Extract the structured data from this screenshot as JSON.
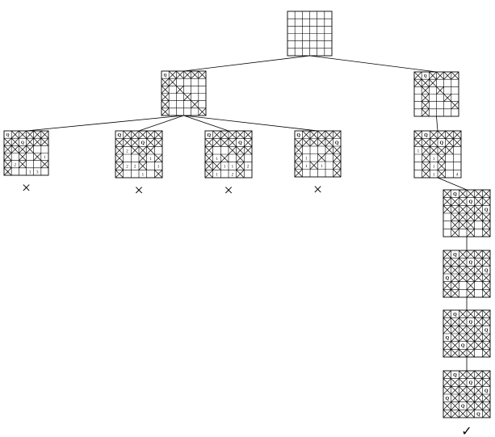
{
  "symbols": {
    "queen": "Q",
    "fail": "×",
    "success": "✓"
  },
  "nodes": [
    {
      "id": "root",
      "queens": [],
      "crosses": [],
      "numbers": []
    },
    {
      "id": "left-branch",
      "queens": [
        [
          0,
          0
        ]
      ],
      "crosses": [
        [
          0,
          1
        ],
        [
          0,
          2
        ],
        [
          0,
          3
        ],
        [
          0,
          4
        ],
        [
          0,
          5
        ],
        [
          1,
          0
        ],
        [
          2,
          0
        ],
        [
          3,
          0
        ],
        [
          4,
          0
        ],
        [
          5,
          0
        ],
        [
          1,
          1
        ],
        [
          2,
          2
        ],
        [
          3,
          3
        ],
        [
          4,
          4
        ],
        [
          5,
          5
        ]
      ],
      "numbers": []
    },
    {
      "id": "right-branch",
      "queens": [
        [
          0,
          1
        ]
      ],
      "crosses": [
        [
          0,
          0
        ],
        [
          0,
          2
        ],
        [
          0,
          3
        ],
        [
          0,
          4
        ],
        [
          0,
          5
        ],
        [
          1,
          1
        ],
        [
          2,
          1
        ],
        [
          3,
          1
        ],
        [
          4,
          1
        ],
        [
          5,
          1
        ],
        [
          1,
          0
        ],
        [
          1,
          2
        ],
        [
          2,
          3
        ],
        [
          3,
          4
        ],
        [
          4,
          5
        ]
      ],
      "numbers": []
    },
    {
      "id": "left-1",
      "queens": [
        [
          0,
          0
        ],
        [
          1,
          2
        ]
      ],
      "crosses": [
        [
          0,
          1
        ],
        [
          0,
          2
        ],
        [
          0,
          3
        ],
        [
          0,
          4
        ],
        [
          0,
          5
        ],
        [
          1,
          0
        ],
        [
          1,
          1
        ],
        [
          1,
          3
        ],
        [
          1,
          4
        ],
        [
          1,
          5
        ],
        [
          2,
          0
        ],
        [
          3,
          0
        ],
        [
          4,
          0
        ],
        [
          5,
          0
        ],
        [
          2,
          2
        ],
        [
          3,
          2
        ],
        [
          4,
          2
        ],
        [
          2,
          1
        ],
        [
          2,
          3
        ],
        [
          3,
          4
        ],
        [
          4,
          5
        ]
      ],
      "numbers": [
        [
          3,
          5,
          "1"
        ],
        [
          4,
          1,
          "2"
        ],
        [
          5,
          0,
          "2"
        ],
        [
          5,
          3,
          "1"
        ],
        [
          5,
          4,
          "3"
        ]
      ]
    },
    {
      "id": "left-2",
      "queens": [
        [
          0,
          0
        ],
        [
          1,
          3
        ]
      ],
      "crosses": [
        [
          0,
          1
        ],
        [
          0,
          2
        ],
        [
          0,
          3
        ],
        [
          0,
          4
        ],
        [
          0,
          5
        ],
        [
          1,
          0
        ],
        [
          1,
          1
        ],
        [
          1,
          2
        ],
        [
          1,
          4
        ],
        [
          1,
          5
        ],
        [
          2,
          0
        ],
        [
          3,
          0
        ],
        [
          4,
          0
        ],
        [
          5,
          0
        ],
        [
          2,
          2
        ],
        [
          2,
          3
        ],
        [
          2,
          4
        ],
        [
          3,
          3
        ],
        [
          4,
          3
        ],
        [
          3,
          5
        ],
        [
          5,
          5
        ]
      ],
      "numbers": [
        [
          2,
          1,
          "2"
        ],
        [
          3,
          4,
          "1"
        ],
        [
          4,
          1,
          "2"
        ],
        [
          4,
          2,
          "2"
        ],
        [
          4,
          5,
          "1"
        ],
        [
          5,
          3,
          "1"
        ]
      ]
    },
    {
      "id": "left-3",
      "queens": [
        [
          0,
          0
        ],
        [
          1,
          4
        ]
      ],
      "crosses": [
        [
          0,
          1
        ],
        [
          0,
          2
        ],
        [
          0,
          3
        ],
        [
          0,
          4
        ],
        [
          0,
          5
        ],
        [
          1,
          0
        ],
        [
          1,
          1
        ],
        [
          1,
          2
        ],
        [
          1,
          3
        ],
        [
          1,
          5
        ],
        [
          2,
          0
        ],
        [
          3,
          0
        ],
        [
          4,
          0
        ],
        [
          5,
          0
        ],
        [
          2,
          3
        ],
        [
          2,
          4
        ],
        [
          2,
          5
        ],
        [
          3,
          4
        ],
        [
          4,
          4
        ],
        [
          5,
          4
        ],
        [
          3,
          2
        ],
        [
          4,
          1
        ]
      ],
      "numbers": [
        [
          3,
          1,
          "1"
        ],
        [
          4,
          2,
          "1"
        ],
        [
          4,
          3,
          "1"
        ],
        [
          4,
          5,
          "2"
        ],
        [
          5,
          1,
          "1"
        ],
        [
          5,
          3,
          "2"
        ]
      ]
    },
    {
      "id": "left-4",
      "queens": [
        [
          0,
          0
        ],
        [
          1,
          5
        ]
      ],
      "crosses": [
        [
          0,
          1
        ],
        [
          0,
          2
        ],
        [
          0,
          3
        ],
        [
          0,
          4
        ],
        [
          0,
          5
        ],
        [
          1,
          0
        ],
        [
          1,
          1
        ],
        [
          1,
          2
        ],
        [
          1,
          3
        ],
        [
          1,
          4
        ],
        [
          2,
          0
        ],
        [
          3,
          0
        ],
        [
          4,
          0
        ],
        [
          5,
          0
        ],
        [
          2,
          4
        ],
        [
          2,
          5
        ],
        [
          3,
          5
        ],
        [
          4,
          5
        ],
        [
          5,
          5
        ],
        [
          3,
          3
        ],
        [
          4,
          2
        ]
      ],
      "numbers": [
        [
          3,
          1,
          "1"
        ],
        [
          4,
          1,
          "1"
        ],
        [
          4,
          3,
          "1"
        ]
      ]
    },
    {
      "id": "right-1",
      "queens": [
        [
          0,
          1
        ],
        [
          1,
          3
        ]
      ],
      "crosses": [
        [
          0,
          0
        ],
        [
          0,
          2
        ],
        [
          0,
          3
        ],
        [
          0,
          4
        ],
        [
          0,
          5
        ],
        [
          1,
          0
        ],
        [
          1,
          1
        ],
        [
          1,
          2
        ],
        [
          1,
          4
        ],
        [
          1,
          5
        ],
        [
          2,
          1
        ],
        [
          3,
          1
        ],
        [
          4,
          1
        ],
        [
          5,
          1
        ],
        [
          2,
          2
        ],
        [
          2,
          3
        ],
        [
          2,
          4
        ],
        [
          3,
          3
        ],
        [
          4,
          3
        ],
        [
          5,
          3
        ]
      ],
      "numbers": [
        [
          2,
          0,
          "1"
        ],
        [
          3,
          2,
          "1"
        ],
        [
          4,
          2,
          "1"
        ],
        [
          5,
          2,
          "1"
        ],
        [
          5,
          5,
          "4"
        ]
      ]
    },
    {
      "id": "right-2",
      "queens": [
        [
          0,
          1
        ],
        [
          1,
          3
        ],
        [
          2,
          5
        ]
      ],
      "crosses": [
        [
          0,
          0
        ],
        [
          0,
          2
        ],
        [
          0,
          3
        ],
        [
          0,
          4
        ],
        [
          0,
          5
        ],
        [
          1,
          0
        ],
        [
          1,
          1
        ],
        [
          1,
          2
        ],
        [
          1,
          4
        ],
        [
          1,
          5
        ],
        [
          2,
          0
        ],
        [
          2,
          1
        ],
        [
          2,
          2
        ],
        [
          2,
          3
        ],
        [
          2,
          4
        ],
        [
          3,
          1
        ],
        [
          3,
          3
        ],
        [
          3,
          4
        ],
        [
          3,
          5
        ],
        [
          4,
          1
        ],
        [
          4,
          3
        ],
        [
          4,
          5
        ],
        [
          5,
          1
        ],
        [
          5,
          3
        ],
        [
          5,
          5
        ],
        [
          4,
          2
        ],
        [
          3,
          2
        ]
      ],
      "numbers": []
    },
    {
      "id": "right-3",
      "queens": [
        [
          0,
          1
        ],
        [
          1,
          3
        ],
        [
          2,
          5
        ],
        [
          3,
          0
        ]
      ],
      "crosses": [
        [
          0,
          0
        ],
        [
          0,
          2
        ],
        [
          0,
          3
        ],
        [
          0,
          4
        ],
        [
          0,
          5
        ],
        [
          1,
          0
        ],
        [
          1,
          1
        ],
        [
          1,
          2
        ],
        [
          1,
          4
        ],
        [
          1,
          5
        ],
        [
          2,
          0
        ],
        [
          2,
          1
        ],
        [
          2,
          2
        ],
        [
          2,
          3
        ],
        [
          2,
          4
        ],
        [
          3,
          1
        ],
        [
          3,
          2
        ],
        [
          3,
          3
        ],
        [
          3,
          4
        ],
        [
          3,
          5
        ],
        [
          4,
          0
        ],
        [
          4,
          1
        ],
        [
          4,
          3
        ],
        [
          4,
          5
        ],
        [
          5,
          0
        ],
        [
          5,
          1
        ],
        [
          5,
          3
        ],
        [
          5,
          5
        ]
      ],
      "numbers": []
    },
    {
      "id": "right-4",
      "queens": [
        [
          0,
          1
        ],
        [
          1,
          3
        ],
        [
          2,
          5
        ],
        [
          3,
          0
        ],
        [
          4,
          2
        ]
      ],
      "crosses": [
        [
          0,
          0
        ],
        [
          0,
          2
        ],
        [
          0,
          3
        ],
        [
          0,
          4
        ],
        [
          0,
          5
        ],
        [
          1,
          0
        ],
        [
          1,
          1
        ],
        [
          1,
          2
        ],
        [
          1,
          4
        ],
        [
          1,
          5
        ],
        [
          2,
          0
        ],
        [
          2,
          1
        ],
        [
          2,
          2
        ],
        [
          2,
          3
        ],
        [
          2,
          4
        ],
        [
          3,
          1
        ],
        [
          3,
          2
        ],
        [
          3,
          3
        ],
        [
          3,
          4
        ],
        [
          3,
          5
        ],
        [
          4,
          0
        ],
        [
          4,
          1
        ],
        [
          4,
          3
        ],
        [
          4,
          4
        ],
        [
          4,
          5
        ],
        [
          5,
          0
        ],
        [
          5,
          1
        ],
        [
          5,
          2
        ],
        [
          5,
          3
        ],
        [
          5,
          5
        ]
      ],
      "numbers": []
    },
    {
      "id": "right-5",
      "queens": [
        [
          0,
          1
        ],
        [
          1,
          3
        ],
        [
          2,
          5
        ],
        [
          3,
          0
        ],
        [
          4,
          2
        ],
        [
          5,
          4
        ]
      ],
      "crosses": [
        [
          0,
          0
        ],
        [
          0,
          2
        ],
        [
          0,
          3
        ],
        [
          0,
          4
        ],
        [
          0,
          5
        ],
        [
          1,
          0
        ],
        [
          1,
          1
        ],
        [
          1,
          2
        ],
        [
          1,
          4
        ],
        [
          1,
          5
        ],
        [
          2,
          0
        ],
        [
          2,
          1
        ],
        [
          2,
          2
        ],
        [
          2,
          3
        ],
        [
          2,
          4
        ],
        [
          3,
          1
        ],
        [
          3,
          2
        ],
        [
          3,
          3
        ],
        [
          3,
          4
        ],
        [
          3,
          5
        ],
        [
          4,
          0
        ],
        [
          4,
          1
        ],
        [
          4,
          3
        ],
        [
          4,
          4
        ],
        [
          4,
          5
        ],
        [
          5,
          0
        ],
        [
          5,
          1
        ],
        [
          5,
          2
        ],
        [
          5,
          3
        ],
        [
          5,
          5
        ]
      ],
      "numbers": []
    }
  ],
  "edges": [
    [
      "root",
      "left-branch"
    ],
    [
      "root",
      "right-branch"
    ],
    [
      "left-branch",
      "left-1"
    ],
    [
      "left-branch",
      "left-2"
    ],
    [
      "left-branch",
      "left-3"
    ],
    [
      "left-branch",
      "left-4"
    ],
    [
      "right-branch",
      "right-1"
    ],
    [
      "right-1",
      "right-2"
    ],
    [
      "right-2",
      "right-3"
    ],
    [
      "right-3",
      "right-4"
    ],
    [
      "right-4",
      "right-5"
    ]
  ],
  "outcomes": [
    {
      "node": "left-1",
      "mark": "fail"
    },
    {
      "node": "left-2",
      "mark": "fail"
    },
    {
      "node": "left-3",
      "mark": "fail"
    },
    {
      "node": "left-4",
      "mark": "fail"
    },
    {
      "node": "right-5",
      "mark": "success"
    }
  ]
}
